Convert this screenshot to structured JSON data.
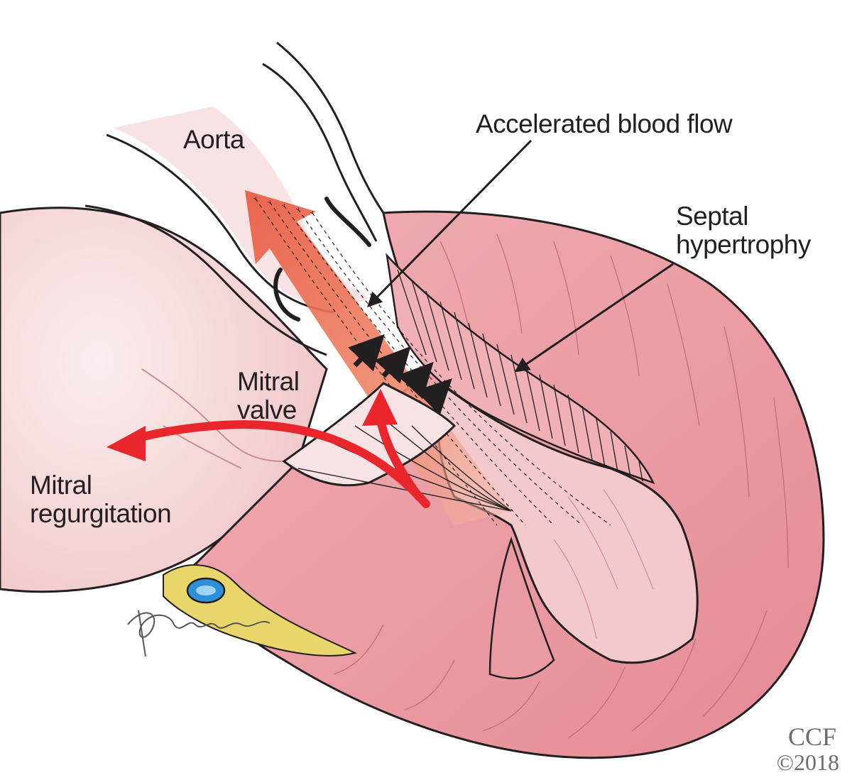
{
  "labels": {
    "aorta": "Aorta",
    "accelerated_flow": "Accelerated blood flow",
    "septal_line1": "Septal",
    "septal_line2": "hypertrophy",
    "mitral_valve_line1": "Mitral",
    "mitral_valve_line2": "valve",
    "mitral_regurg_line1": "Mitral",
    "mitral_regurg_line2": "regurgitation"
  },
  "credit": {
    "org": "CCF",
    "year": "©2018",
    "signature": "Pangrace"
  },
  "colors": {
    "myocardium": "#e8919a",
    "myocardium_light": "#f2b5ba",
    "cavity": "#f6d3d3",
    "vessel": "#f7e3e3",
    "outline": "#231f20",
    "flow_arrow": "#e8573f",
    "regurgitation_arrow": "#e8262b",
    "fat": "#e9d66a",
    "vessel_blue": "#2d8fd6"
  }
}
